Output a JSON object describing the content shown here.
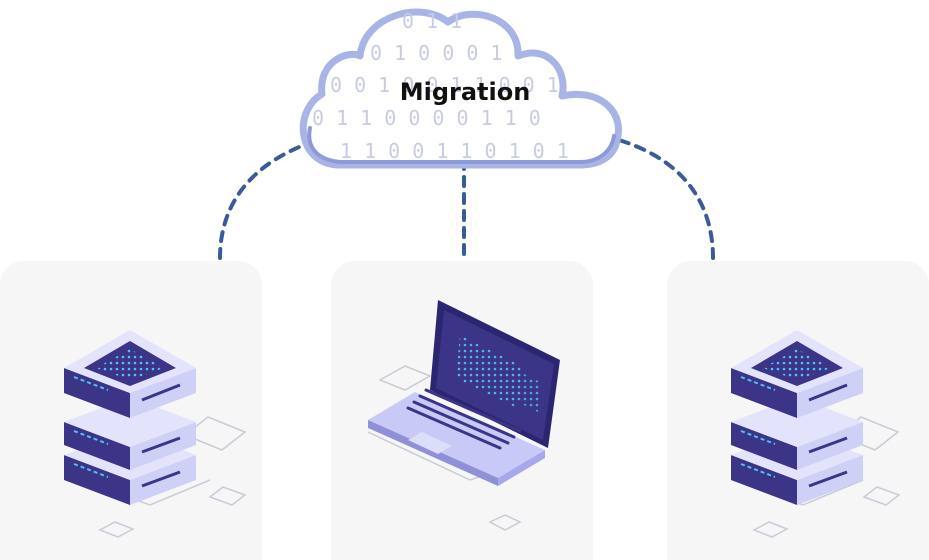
{
  "cloud": {
    "title": "Migration",
    "binary_rows": [
      "0 1 1",
      "0 1 0 0 0 1",
      "0 0 1 0 0 1 1 0 0 1",
      "0 1 1 0 0 0 0 1 1 0",
      "1 1 0 0 1 1 0 1 0 1"
    ]
  },
  "colors": {
    "connector": "#3a5a99",
    "cloud_outline": "#a9b4e6",
    "binary_text": "#c7cbe3",
    "card_bg": "#f6f6f7",
    "server_dark": "#3c3487",
    "server_light": "#cfd0f6",
    "led": "#4fc3f7"
  },
  "nodes": [
    {
      "id": "left",
      "icon": "server-stack-icon"
    },
    {
      "id": "center",
      "icon": "laptop-icon"
    },
    {
      "id": "right",
      "icon": "server-stack-icon"
    }
  ]
}
